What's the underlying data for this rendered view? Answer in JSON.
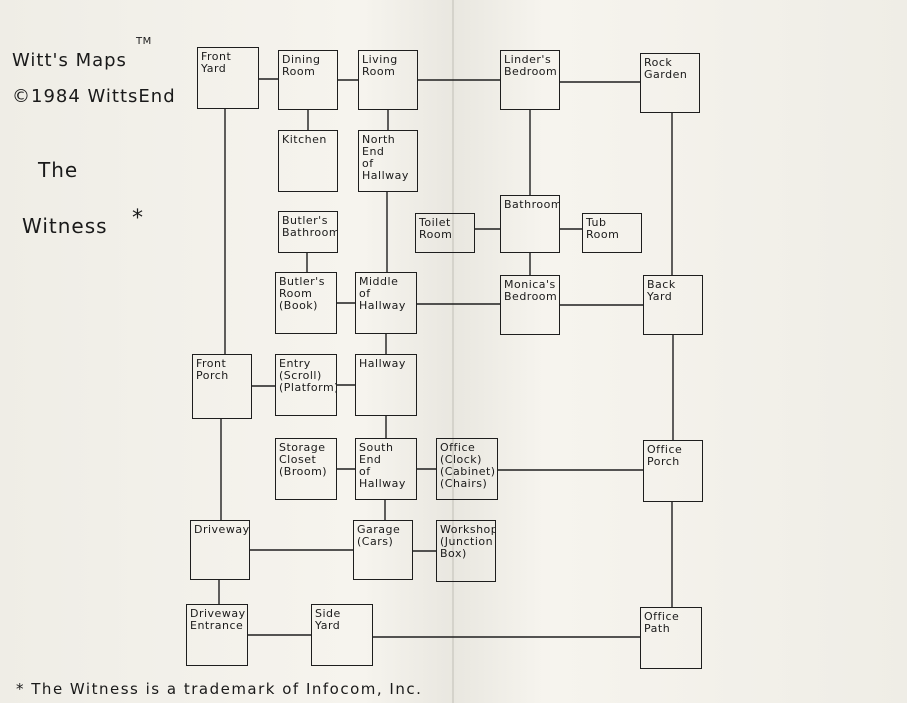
{
  "header": {
    "line1": "Witt's Maps",
    "tm": "TM",
    "line2": "©1984 WittsEnd",
    "line3": "The",
    "line4": "Witness",
    "star": "*"
  },
  "footnote": "* The Witness is a trademark of Infocom, Inc.",
  "rooms": [
    {
      "id": "front-yard",
      "label": "Front\nYard"
    },
    {
      "id": "dining-room",
      "label": "Dining\nRoom"
    },
    {
      "id": "living-room",
      "label": "Living\nRoom"
    },
    {
      "id": "linders-bedroom",
      "label": "Linder's\nBedroom"
    },
    {
      "id": "rock-garden",
      "label": "Rock\nGarden"
    },
    {
      "id": "kitchen",
      "label": "Kitchen"
    },
    {
      "id": "north-end-hallway",
      "label": "North\nEnd\nof\nHallway"
    },
    {
      "id": "butlers-bathroom",
      "label": "Butler's\nBathroom"
    },
    {
      "id": "toilet-room",
      "label": "Toilet\nRoom"
    },
    {
      "id": "bathroom",
      "label": "Bathroom"
    },
    {
      "id": "tub-room",
      "label": "Tub\nRoom"
    },
    {
      "id": "butlers-room",
      "label": "Butler's\nRoom\n(Book)"
    },
    {
      "id": "middle-hallway",
      "label": "Middle\nof\nHallway"
    },
    {
      "id": "monicas-bedroom",
      "label": "Monica's\nBedroom"
    },
    {
      "id": "back-yard",
      "label": "Back\nYard"
    },
    {
      "id": "front-porch",
      "label": "Front\nPorch"
    },
    {
      "id": "entry",
      "label": "Entry\n(Scroll)\n(Platform)"
    },
    {
      "id": "hallway",
      "label": "Hallway"
    },
    {
      "id": "storage-closet",
      "label": "Storage\nCloset\n(Broom)"
    },
    {
      "id": "south-end-hallway",
      "label": "South\nEnd\nof\nHallway"
    },
    {
      "id": "office",
      "label": "Office\n(Clock)\n(Cabinet)\n(Chairs)"
    },
    {
      "id": "office-porch",
      "label": "Office\nPorch"
    },
    {
      "id": "driveway",
      "label": "Driveway"
    },
    {
      "id": "garage",
      "label": "Garage\n(Cars)"
    },
    {
      "id": "workshop",
      "label": "Workshop\n(Junction\nBox)"
    },
    {
      "id": "driveway-entrance",
      "label": "Driveway\nEntrance"
    },
    {
      "id": "side-yard",
      "label": "Side\nYard"
    },
    {
      "id": "office-path",
      "label": "Office\nPath"
    }
  ],
  "connections": [
    [
      "front-yard",
      "dining-room"
    ],
    [
      "dining-room",
      "living-room"
    ],
    [
      "living-room",
      "linders-bedroom"
    ],
    [
      "linders-bedroom",
      "rock-garden"
    ],
    [
      "dining-room",
      "kitchen"
    ],
    [
      "living-room",
      "north-end-hallway"
    ],
    [
      "north-end-hallway",
      "middle-hallway"
    ],
    [
      "linders-bedroom",
      "bathroom"
    ],
    [
      "toilet-room",
      "bathroom"
    ],
    [
      "bathroom",
      "tub-room"
    ],
    [
      "bathroom",
      "monicas-bedroom"
    ],
    [
      "rock-garden",
      "back-yard"
    ],
    [
      "butlers-bathroom",
      "butlers-room"
    ],
    [
      "butlers-room",
      "middle-hallway"
    ],
    [
      "middle-hallway",
      "monicas-bedroom"
    ],
    [
      "monicas-bedroom",
      "back-yard"
    ],
    [
      "middle-hallway",
      "hallway"
    ],
    [
      "front-yard",
      "front-porch"
    ],
    [
      "front-porch",
      "entry"
    ],
    [
      "entry",
      "hallway"
    ],
    [
      "hallway",
      "south-end-hallway"
    ],
    [
      "storage-closet",
      "south-end-hallway"
    ],
    [
      "south-end-hallway",
      "office"
    ],
    [
      "office",
      "office-porch"
    ],
    [
      "back-yard",
      "office-porch"
    ],
    [
      "south-end-hallway",
      "garage"
    ],
    [
      "front-porch",
      "driveway"
    ],
    [
      "driveway",
      "garage"
    ],
    [
      "garage",
      "workshop"
    ],
    [
      "driveway",
      "driveway-entrance"
    ],
    [
      "driveway-entrance",
      "side-yard"
    ],
    [
      "side-yard",
      "office-path"
    ],
    [
      "office-porch",
      "office-path"
    ]
  ]
}
